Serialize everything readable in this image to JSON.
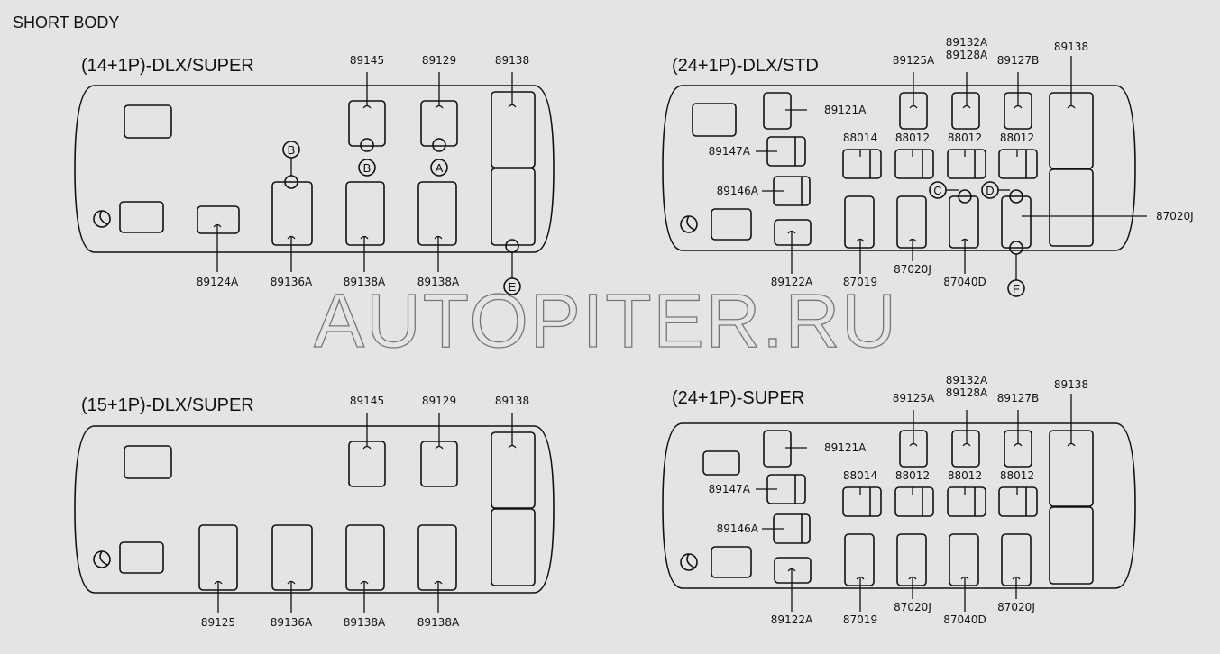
{
  "header": {
    "title": "SHORT BODY"
  },
  "watermark": "AUTOPITER.RU",
  "panels": [
    {
      "title": "(14+1P)-DLX/SUPER",
      "labels": [
        "89145",
        "89129",
        "89138",
        "89124A",
        "89136A",
        "89138A",
        "89138A"
      ],
      "callouts": [
        "B",
        "B",
        "A",
        "E"
      ]
    },
    {
      "title": "(24+1P)-DLX/STD",
      "labels": [
        "89125A",
        "89132A",
        "89128A",
        "89127B",
        "89138",
        "89121A",
        "89147A",
        "89146A",
        "88014",
        "88012",
        "88012",
        "88012",
        "89122A",
        "87019",
        "87020J",
        "87040D",
        "87020J"
      ],
      "callouts": [
        "C",
        "D",
        "F"
      ]
    },
    {
      "title": "(15+1P)-DLX/SUPER",
      "labels": [
        "89145",
        "89129",
        "89138",
        "89125",
        "89136A",
        "89138A",
        "89138A"
      ],
      "callouts": []
    },
    {
      "title": "(24+1P)-SUPER",
      "labels": [
        "89125A",
        "89132A",
        "89128A",
        "89127B",
        "89138",
        "89121A",
        "89147A",
        "89146A",
        "88014",
        "88012",
        "88012",
        "88012",
        "89122A",
        "87019",
        "87020J",
        "87040D",
        "87020J"
      ],
      "callouts": []
    }
  ]
}
